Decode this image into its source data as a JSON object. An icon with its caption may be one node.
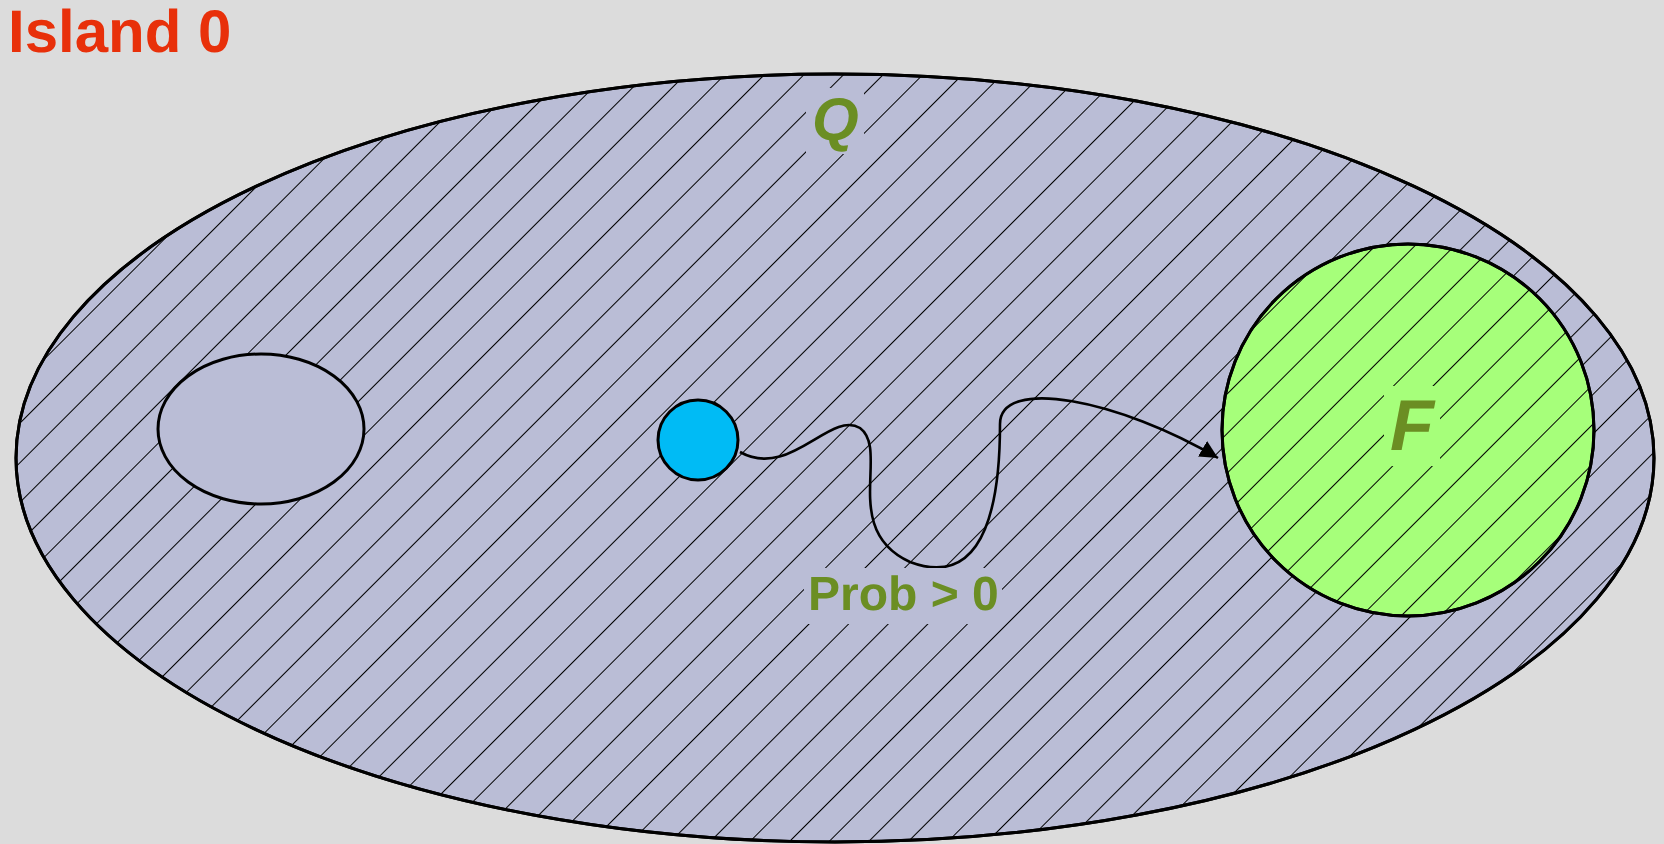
{
  "diagram": {
    "title": "Island 0",
    "nodes": [
      {
        "text": [
          "Q"
        ]
      },
      {
        "text": [],
        "shape": "ellipse",
        "in": 0
      },
      {
        "text": [],
        "shape": "circle",
        "in": 0
      },
      {
        "text": [
          "F"
        ],
        "in": 0
      }
    ],
    "edges": [
      {
        "from": 2,
        "to": 3,
        "arrow": "to",
        "label": "Prob > 0"
      }
    ]
  }
}
